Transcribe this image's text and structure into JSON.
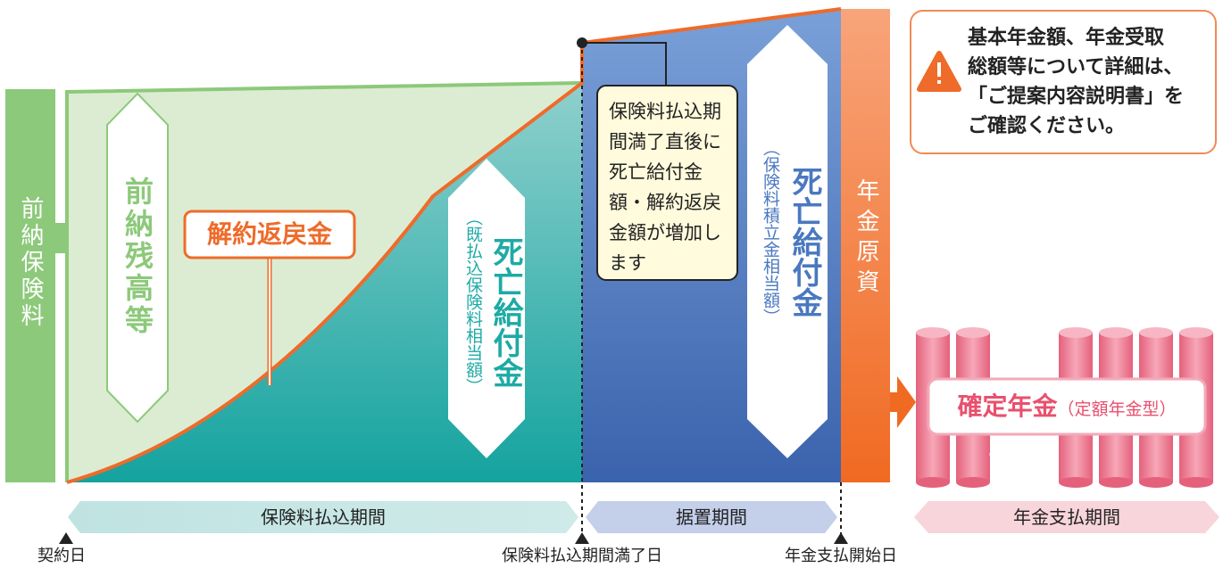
{
  "prepaid_premium": "前納保険料",
  "prepaid_balance": "前納残高等",
  "surrender_value": "解約返戻金",
  "death_benefit_paying": {
    "title": "死亡給付金",
    "note": "（既払込保険料相当額）"
  },
  "death_benefit_deferred": {
    "title": "死亡給付金",
    "note": "（保険料積立金相当額）"
  },
  "callout_text": "保険料払込期間満了直後に死亡給付金額・解約返戻金額が増加します",
  "pension_fund": "年金原資",
  "pension": {
    "title": "確定年金",
    "type": "（定額年金型）",
    "ellipsis": "•••"
  },
  "notice": {
    "lines": [
      "基本年金額、年金受取",
      "総額等について詳細は、",
      "「ご提案内容説明書」を",
      "ご確認ください。"
    ]
  },
  "periods": {
    "premium_payment": "保険料払込期間",
    "deferral": "据置期間",
    "pension_payment": "年金支払期間"
  },
  "milestones": {
    "contract_date": "契約日",
    "payment_end": "保険料払込期間満了日",
    "pension_start": "年金支払開始日"
  },
  "colors": {
    "green_band": "#8cc97a",
    "light_green": "#dcecd2",
    "teal": "#1eaaa5",
    "blue": "#4a78c0",
    "orange_line": "#ee6b2a",
    "pension_fund_orange": "#f58a45",
    "pink": "#e8506e",
    "cylinder": "#ef7f96"
  }
}
